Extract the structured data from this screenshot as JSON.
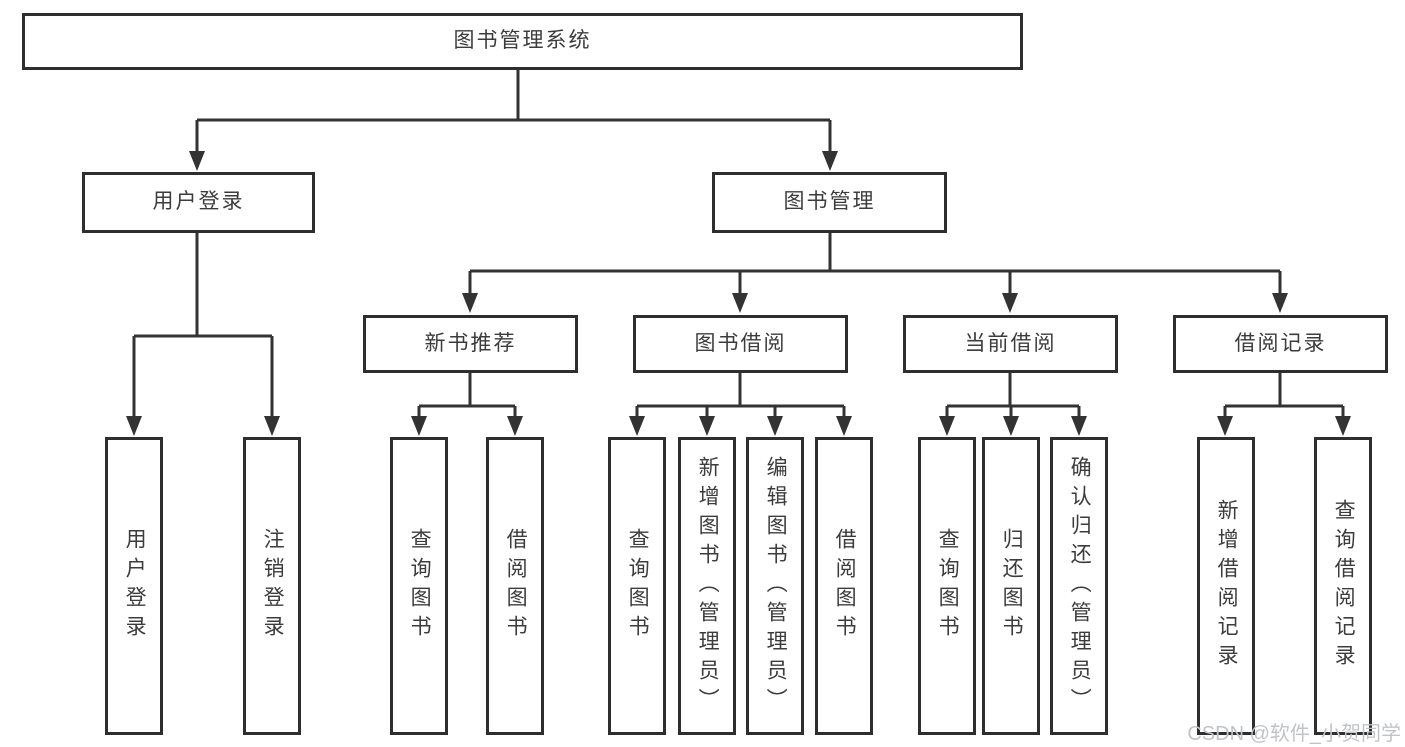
{
  "diagram": {
    "root": {
      "label": "图书管理系统"
    },
    "level2": [
      {
        "label": "用户登录"
      },
      {
        "label": "图书管理"
      }
    ],
    "level3": [
      {
        "label": "新书推荐"
      },
      {
        "label": "图书借阅"
      },
      {
        "label": "当前借阅"
      },
      {
        "label": "借阅记录"
      }
    ],
    "leaves": [
      {
        "label": "用户登录"
      },
      {
        "label": "注销登录"
      },
      {
        "label": "查询图书"
      },
      {
        "label": "借阅图书"
      },
      {
        "label": "查询图书"
      },
      {
        "label": "新增图书（管理员）"
      },
      {
        "label": "编辑图书（管理员）"
      },
      {
        "label": "借阅图书"
      },
      {
        "label": "查询图书"
      },
      {
        "label": "归还图书"
      },
      {
        "label": "确认归还（管理员）"
      },
      {
        "label": "新增借阅记录"
      },
      {
        "label": "查询借阅记录"
      }
    ]
  },
  "watermark": {
    "text": "CSDN @软件_小贺同学"
  },
  "colors": {
    "line": "#333333",
    "box_border": "#2e2e2e",
    "text": "#3c3c3c",
    "watermark": "#c0c4c8",
    "background": "#ffffff"
  }
}
